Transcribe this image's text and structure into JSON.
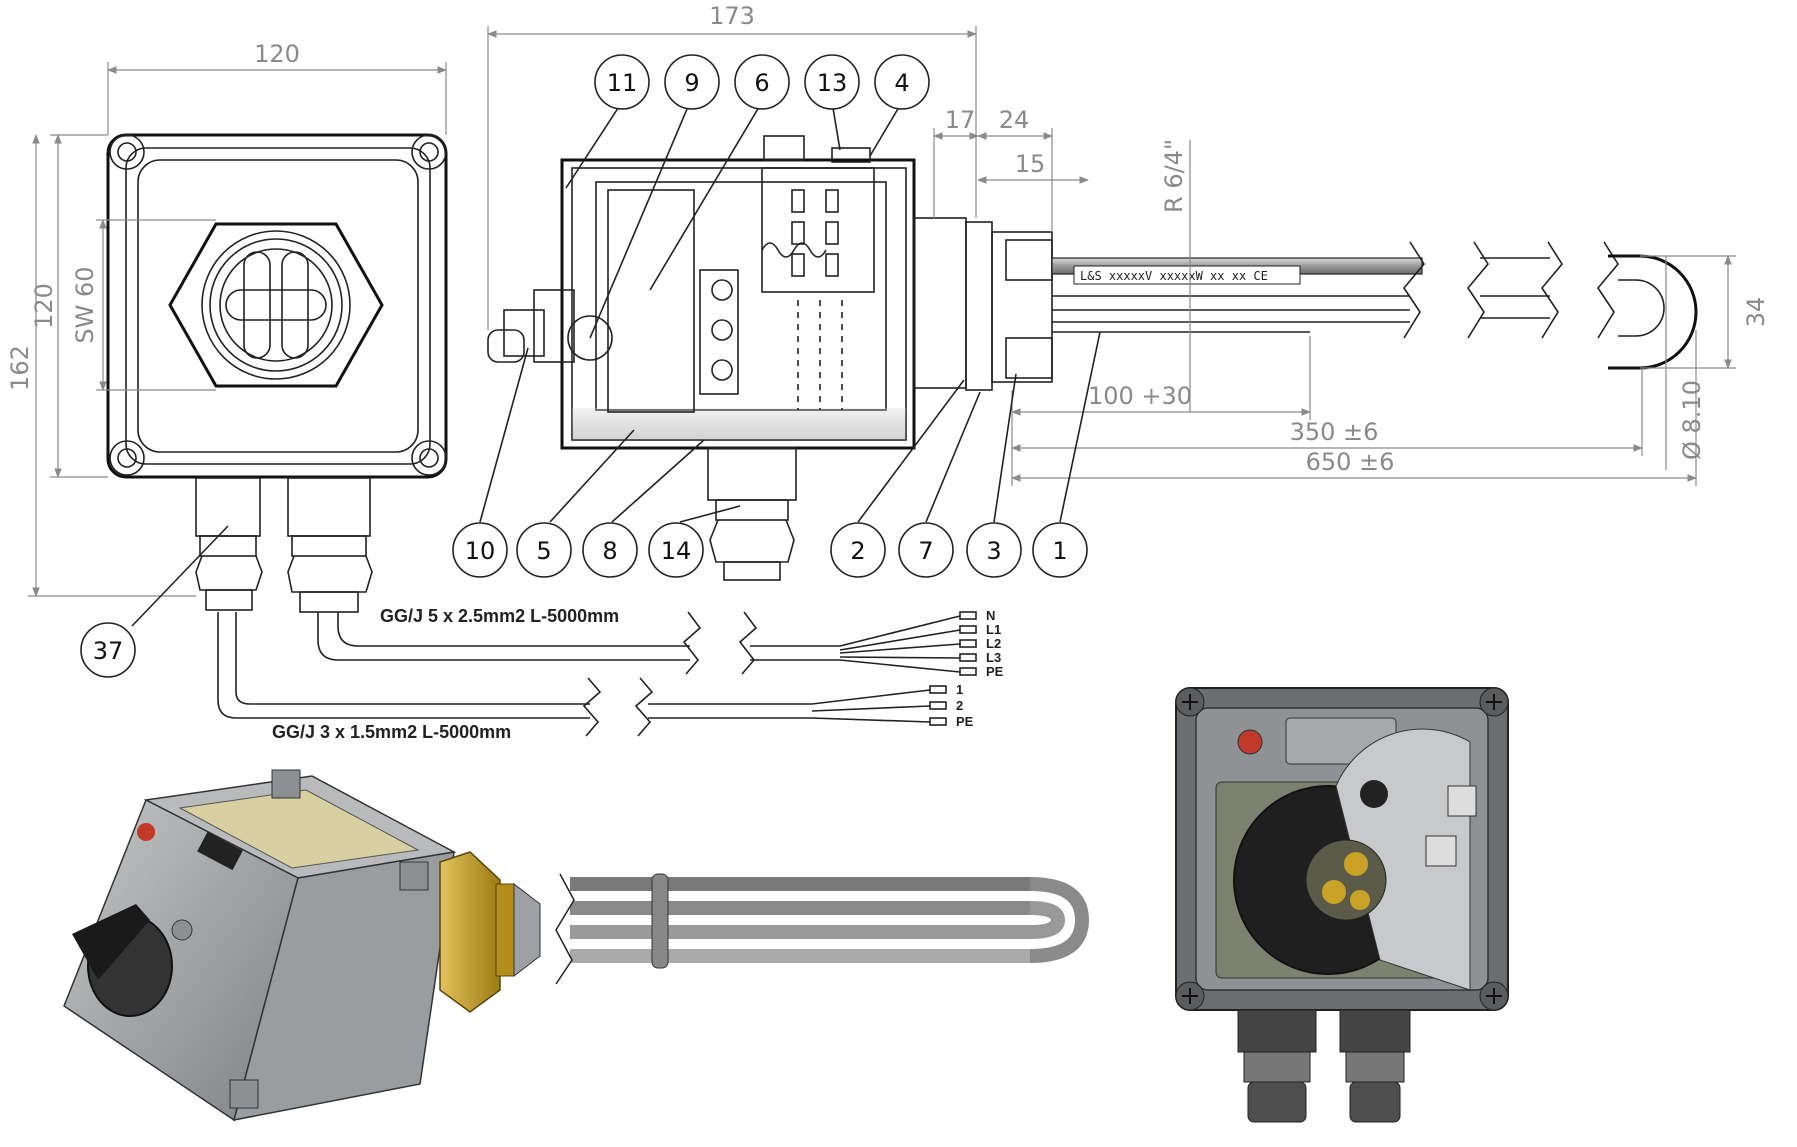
{
  "dimensions": {
    "d173": "173",
    "d120_top": "120",
    "d120_side": "120",
    "d162": "162",
    "sw60": "SW 60",
    "d17": "17",
    "d24": "24",
    "d15": "15",
    "r64": "R 6/4\"",
    "d34": "34",
    "d810": "Ø 8.10",
    "d100": "100 +30",
    "d350": "350 ±6",
    "d650": "650 ±6"
  },
  "nameplate": "L&S xxxxxV  xxxxxW xx  xx  CE",
  "callouts_top": [
    "11",
    "9",
    "6",
    "13",
    "4"
  ],
  "callouts_bottom": [
    "10",
    "5",
    "8",
    "14",
    "2",
    "7",
    "3",
    "1"
  ],
  "callout_side": "37",
  "cable1": {
    "label": "GG/J 5 x 2.5mm2 L-5000mm",
    "wires": [
      "N",
      "L1",
      "L2",
      "L3",
      "PE"
    ]
  },
  "cable2": {
    "label": "GG/J 3 x 1.5mm2 L-5000mm",
    "wires": [
      "1",
      "2",
      "PE"
    ]
  },
  "colors": {
    "housing": "#9a9d9f",
    "panel": "#7d8270",
    "brass": "#c9a227",
    "knob": "#1a1a1a",
    "lamp": "#c0392b"
  }
}
